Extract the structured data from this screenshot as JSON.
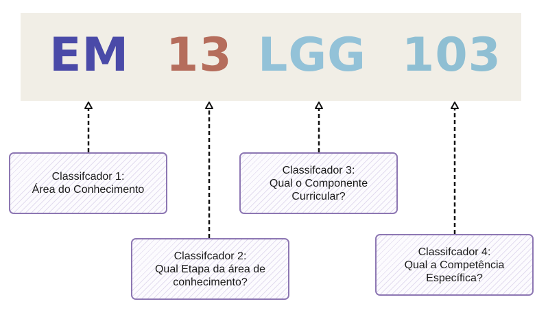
{
  "codes": {
    "em": "EM",
    "stage": "13",
    "component": "LGG",
    "competence": "103"
  },
  "classifiers": [
    {
      "title": "Classifcador 1:",
      "lines": [
        "Área do Conhecimento"
      ]
    },
    {
      "title": "Classifcador 2:",
      "lines": [
        "Qual Etapa da área de",
        "conhecimento?"
      ]
    },
    {
      "title": "Classifcador 3:",
      "lines": [
        "Qual o Componente",
        "Curricular?"
      ]
    },
    {
      "title": "Classifcador 4:",
      "lines": [
        "Qual a Competência",
        "Específica?"
      ]
    }
  ],
  "colors": {
    "em": "#4a4aa8",
    "stage": "#b56d5c",
    "component": "#93c2d8",
    "competence": "#8fbfd3",
    "banner": "#f1eee6",
    "box_border": "#8d77b3"
  }
}
